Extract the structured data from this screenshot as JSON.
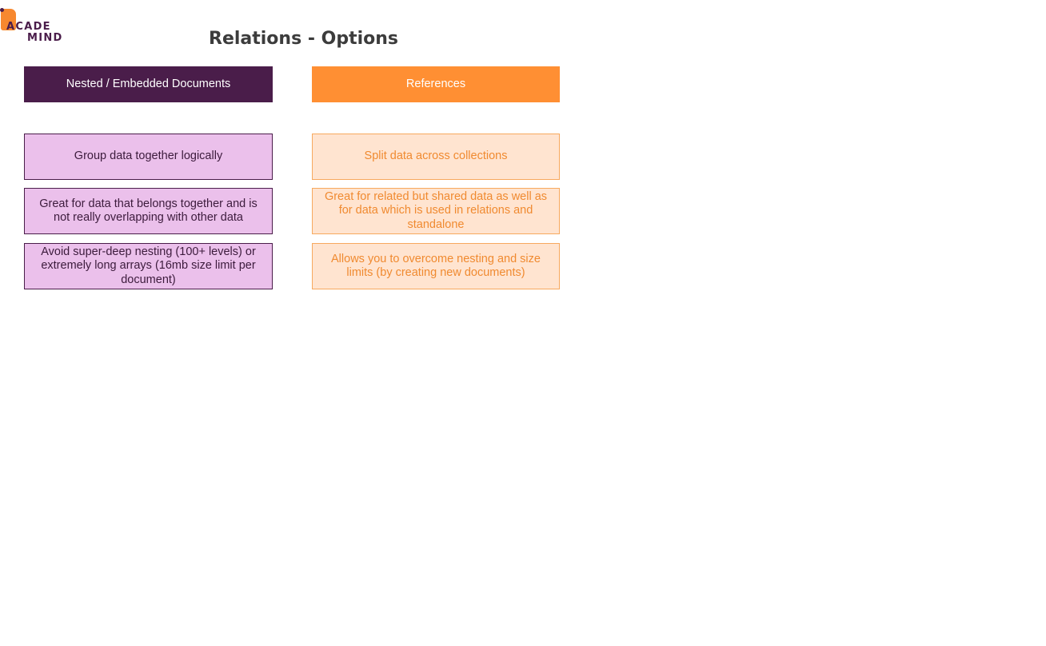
{
  "logo": {
    "line1": "ACADE",
    "line2": "MIND"
  },
  "title": "Relations - Options",
  "columns": [
    {
      "header": "Nested / Embedded Documents",
      "items": [
        "Group data together logically",
        "Great for data that belongs together and is not really overlapping with other data",
        "Avoid super-deep nesting (100+ levels) or extremely long arrays (16mb size limit per document)"
      ]
    },
    {
      "header": "References",
      "items": [
        "Split data across collections",
        "Great for related but shared data as well as for data which is used in relations and standalone",
        "Allows you to overcome nesting and size limits (by creating new documents)"
      ]
    }
  ],
  "colors": {
    "nested_header": "#4a1d4a",
    "nested_item_bg": "#ebc0eb",
    "references_header": "#ff8f33",
    "references_item_bg": "#ffe4d0",
    "references_text": "#f08a30"
  }
}
